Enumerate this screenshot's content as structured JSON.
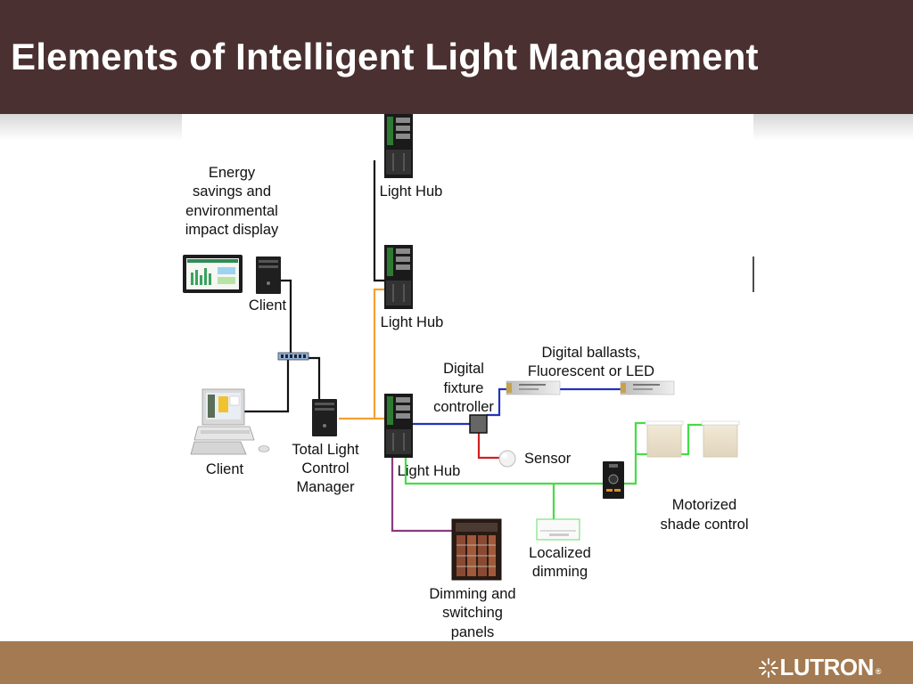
{
  "slide": {
    "title": "Elements of Intelligent Light Management"
  },
  "brand": {
    "logo_text": "LUTRON",
    "logo_icon": "lutron-sunburst-icon",
    "header_color": "#4a3030",
    "footer_color": "#a37a51"
  },
  "labels": {
    "energy_display": [
      "Energy",
      "savings and",
      "environmental",
      "impact display"
    ],
    "client_top": "Client",
    "client_bottom": "Client",
    "light_hub_1": "Light Hub",
    "light_hub_2": "Light Hub",
    "light_hub_3": "Light Hub",
    "total_light_control_manager": [
      "Total Light",
      "Control",
      "Manager"
    ],
    "digital_fixture_controller": [
      "Digital",
      "fixture",
      "controller"
    ],
    "digital_ballasts": [
      "Digital ballasts,",
      "Fluorescent or LED"
    ],
    "sensor": "Sensor",
    "motorized_shade_control": [
      "Motorized",
      "shade control"
    ],
    "localized_dimming": [
      "Localized",
      "dimming"
    ],
    "dimming_switching_panels": [
      "Dimming and",
      "switching",
      "panels"
    ]
  },
  "wire_colors": {
    "network": "#111111",
    "hub_link": "#f5a030",
    "ballast": "#2233bb",
    "sensor": "#d02020",
    "shade_dimming": "#44dd44",
    "panel": "#8a3a80"
  }
}
